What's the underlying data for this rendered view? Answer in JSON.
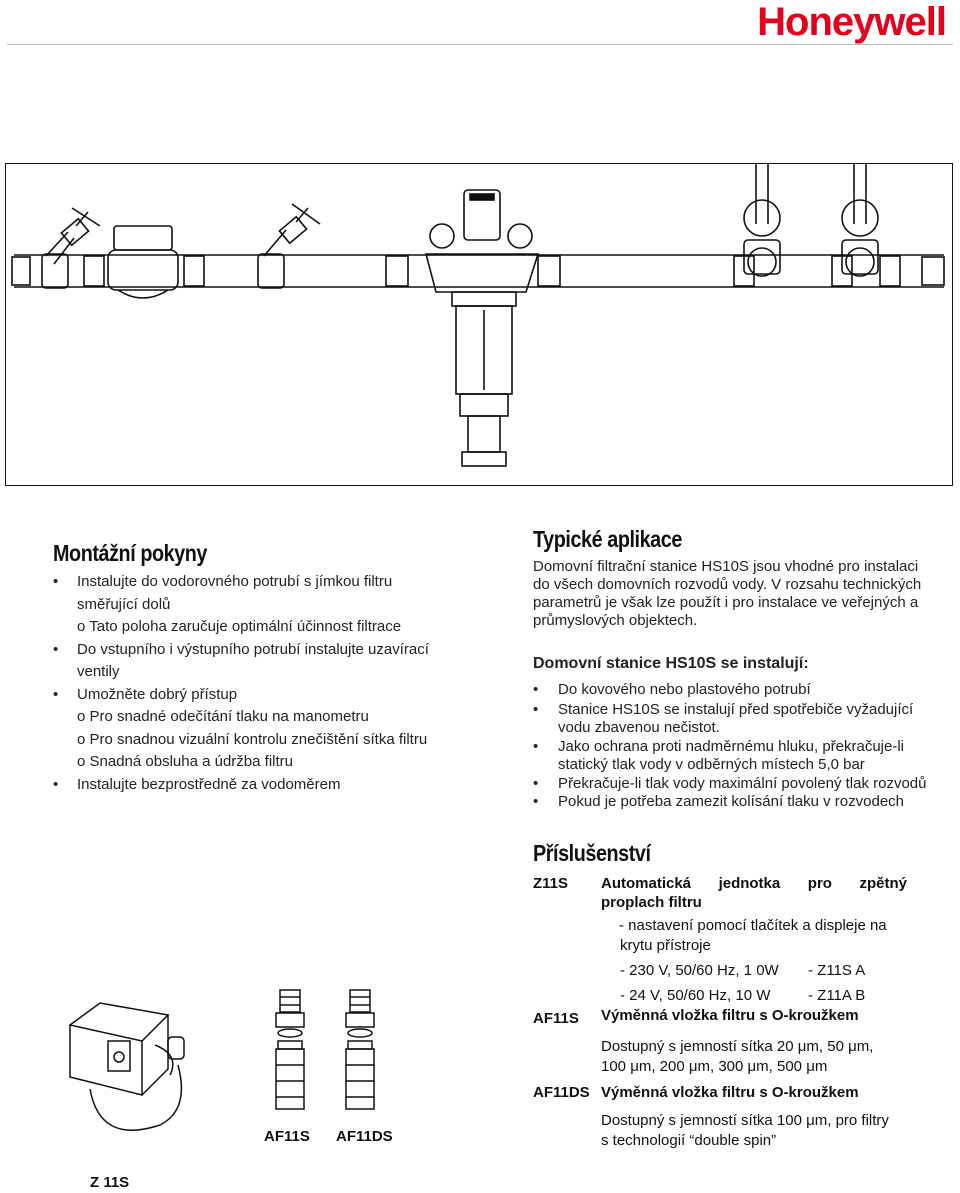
{
  "brand": "Honeywell",
  "left": {
    "title": "Montážní pokyny",
    "items": [
      {
        "mark": "•",
        "text": "Instalujte do vodorovného potrubí s jímkou filtru"
      },
      {
        "mark": "",
        "text": "směřující dolů"
      },
      {
        "mark": "",
        "text": "o Tato poloha zaručuje optimální účinnost filtrace"
      },
      {
        "mark": "•",
        "text": "Do vstupního i výstupního potrubí instalujte uzavírací"
      },
      {
        "mark": "",
        "text": "ventily"
      },
      {
        "mark": "•",
        "text": "Umožněte dobrý přístup"
      },
      {
        "mark": "",
        "text": "o Pro snadné odečítání tlaku na manometru"
      },
      {
        "mark": "",
        "text": "o Pro snadnou vizuální kontrolu znečištění sítka filtru"
      },
      {
        "mark": "",
        "text": "o Snadná obsluha a údržba filtru"
      },
      {
        "mark": "•",
        "text": "Instalujte bezprostředně za vodoměrem"
      }
    ]
  },
  "right": {
    "title": "Typické aplikace",
    "intro": [
      "Domovní filtrační stanice HS10S jsou vhodné pro instalaci",
      "do všech domovních rozvodů vody. V rozsahu technických",
      "parametrů je však lze použít i pro instalace ve veřejných a",
      "průmyslových objektech."
    ],
    "subtitle": "Domovní stanice HS10S se instalují:",
    "items": [
      {
        "mark": "•",
        "text": "Do kovového nebo plastového potrubí"
      },
      {
        "mark": "•",
        "text": "Stanice HS10S se instalují před spotřebiče vyžadující"
      },
      {
        "mark": "",
        "text": "vodu zbavenou nečistot."
      },
      {
        "mark": "•",
        "text": "Jako ochrana proti nadměrnému hluku, překračuje-li"
      },
      {
        "mark": "",
        "text": "statický tlak vody v odběrných místech 5,0 bar"
      },
      {
        "mark": "•",
        "text": "Překračuje-li tlak vody maximální povolený tlak rozvodů"
      },
      {
        "mark": "•",
        "text": "Pokud je potřeba zamezit kolísání tlaku v rozvodech"
      }
    ]
  },
  "accessories": {
    "title": "Příslušenství",
    "z11s_code": "Z11S",
    "z11s_head1": [
      "Automatická",
      "jednotka",
      "pro",
      "zpětný"
    ],
    "z11s_head2": "proplach filtru",
    "z11s_note1": "- nastavení pomocí tlačítek a displeje na",
    "z11s_note2": "krytu přístroje",
    "z11s_v1": [
      "- 230 V, 50/60 Hz, 1 0W",
      "- Z11S A"
    ],
    "z11s_v2": [
      "- 24 V, 50/60 Hz, 10 W",
      "- Z11A B"
    ],
    "af11s_code": "AF11S",
    "af11s_head": "Výměnná vložka filtru s O-kroužkem",
    "af11s_l1": "Dostupný s jemností sítka 20 μm, 50 μm,",
    "af11s_l2": "100 μm, 200 μm, 300 μm, 500 μm",
    "af11ds_code": "AF11DS",
    "af11ds_head": "Výměnná vložka filtru s O-kroužkem",
    "af11ds_l1": "Dostupný s jemností sítka 100 μm, pro filtry",
    "af11ds_l2": "s technologií “double spin”"
  },
  "figure_labels": {
    "af11s": "AF11S",
    "af11ds": "AF11DS",
    "z11s": "Z 11S"
  }
}
